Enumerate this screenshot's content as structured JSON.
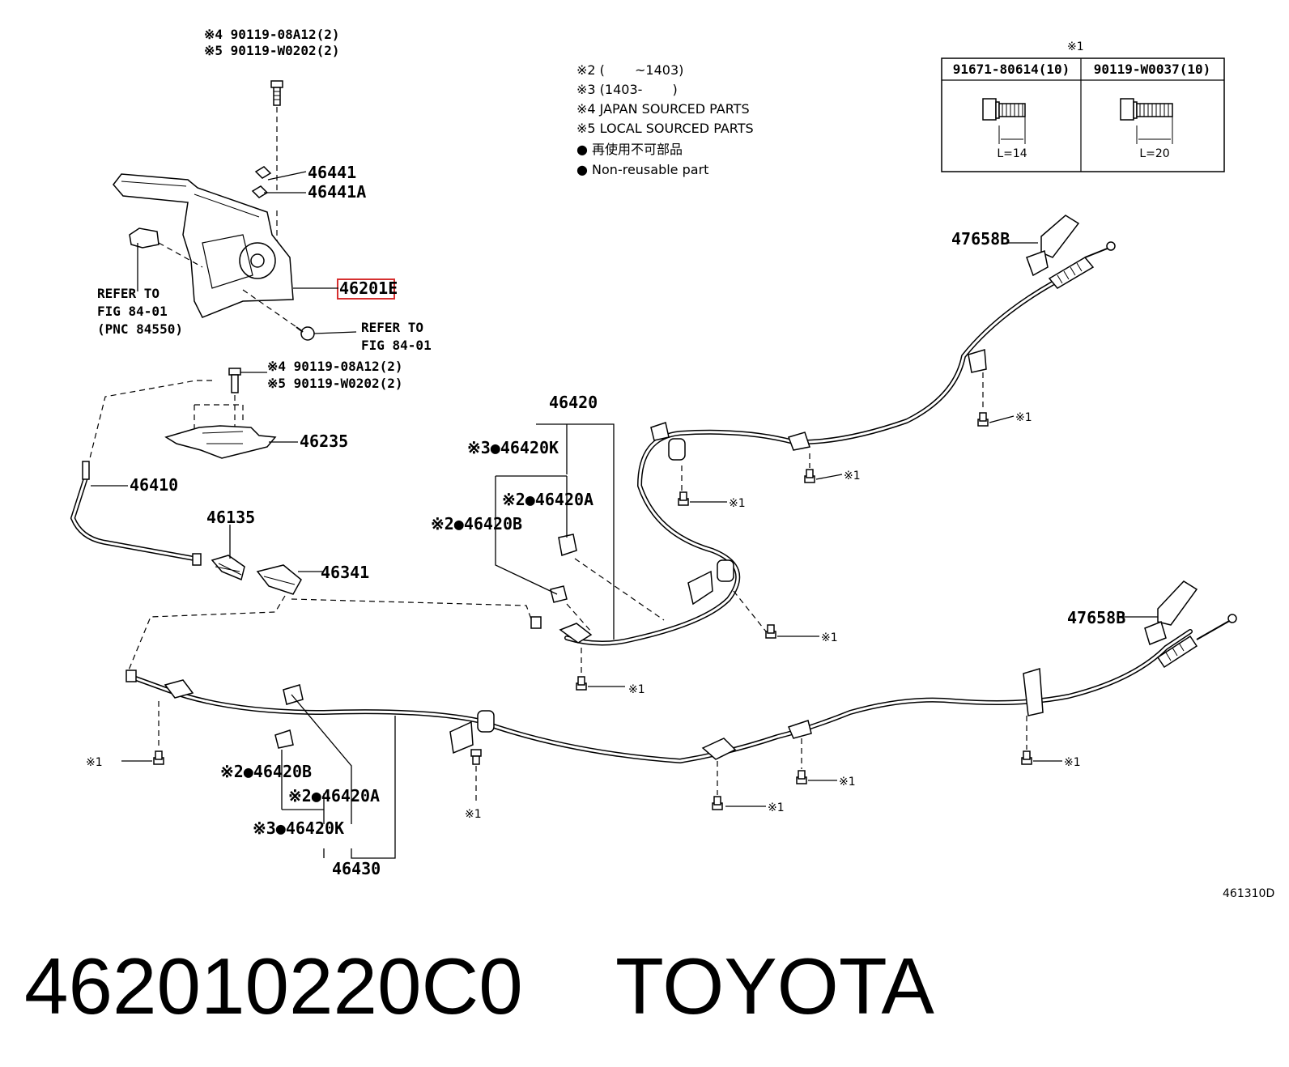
{
  "notes": {
    "n2": "※2 (　 　~1403)",
    "n3": "※3 (1403-　 　)",
    "n4": "※4 JAPAN SOURCED PARTS",
    "n5": "※5 LOCAL SOURCED PARTS",
    "nonreuse_jp": "● 再使用不可部品",
    "nonreuse_en": "● Non-reusable part"
  },
  "fastener_table": {
    "mark": "※1",
    "col1_code": "91671-80614(10)",
    "col2_code": "90119-W0037(10)",
    "col1_length": "L=14",
    "col2_length": "L=20"
  },
  "labels": {
    "top_bolt_4": "※4 90119-08A12(2)",
    "top_bolt_5": "※5 90119-W0202(2)",
    "p46441": "46441",
    "p46441a": "46441A",
    "p46201e": "46201E",
    "refer1_a": "REFER TO",
    "refer1_b": "FIG 84-01",
    "refer1_c": "(PNC 84550)",
    "refer2_a": "REFER TO",
    "refer2_b": "FIG 84-01",
    "mid_bolt_4": "※4 90119-08A12(2)",
    "mid_bolt_5": "※5 90119-W0202(2)",
    "p46235": "46235",
    "p46410": "46410",
    "p46135": "46135",
    "p46341": "46341",
    "p46420": "46420",
    "r_46420k": "※3●46420K",
    "r_46420a": "※2●46420A",
    "r_46420b": "※2●46420B",
    "p47658b_top": "47658B",
    "p47658b_bot": "47658B",
    "l_46420b": "※2●46420B",
    "l_46420a": "※2●46420A",
    "l_46420k": "※3●46420K",
    "p46430": "46430",
    "m1": "※1",
    "diagram_code": "461310D"
  },
  "footer": {
    "part_number": "462010220C0",
    "brand": "TOYOTA"
  }
}
